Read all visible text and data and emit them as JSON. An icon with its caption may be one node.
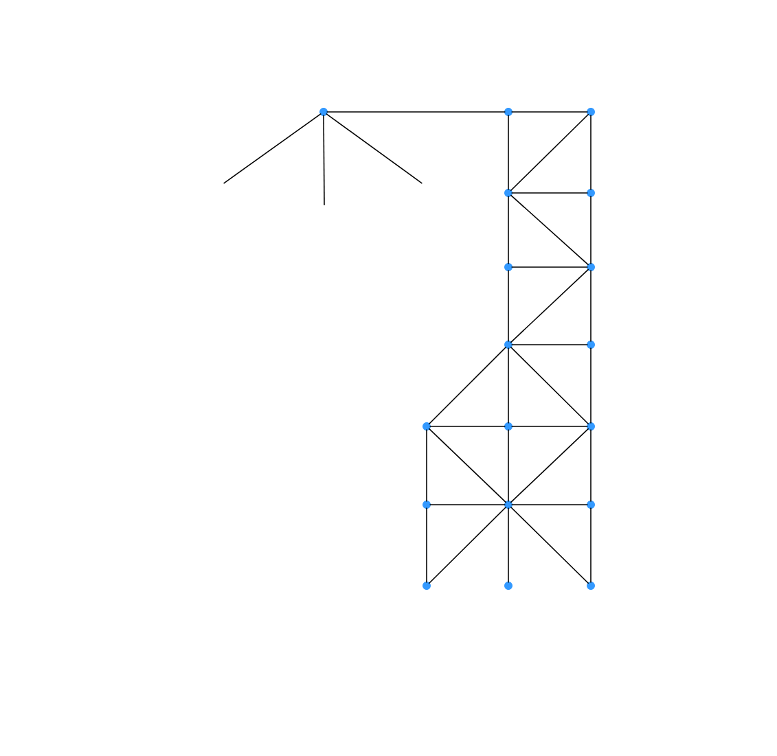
{
  "diagram": {
    "nodes": [
      {
        "text": [],
        "shape": "circle"
      },
      {
        "text": [],
        "shape": "circle"
      },
      {
        "text": [],
        "shape": "circle"
      },
      {
        "text": [],
        "shape": "circle"
      },
      {
        "text": [],
        "shape": "circle"
      },
      {
        "text": [],
        "shape": "circle"
      },
      {
        "text": [],
        "shape": "circle"
      },
      {
        "text": [],
        "shape": "circle"
      },
      {
        "text": [],
        "shape": "circle"
      },
      {
        "text": [],
        "shape": "circle"
      },
      {
        "text": [],
        "shape": "circle"
      },
      {
        "text": [],
        "shape": "circle"
      },
      {
        "text": [],
        "shape": "circle"
      },
      {
        "text": [],
        "shape": "circle"
      },
      {
        "text": [],
        "shape": "circle"
      },
      {
        "text": [],
        "shape": "circle"
      },
      {
        "text": [],
        "shape": "circle"
      },
      {
        "text": [],
        "shape": "circle"
      }
    ],
    "edges": [
      {
        "from": 0,
        "to": null,
        "arrow": "none"
      },
      {
        "from": 0,
        "to": null,
        "arrow": "none"
      },
      {
        "from": 0,
        "to": null,
        "arrow": "none"
      },
      {
        "from": 0,
        "to": 1,
        "arrow": "none"
      },
      {
        "from": 1,
        "to": 2,
        "arrow": "none"
      },
      {
        "from": 1,
        "to": 3,
        "arrow": "none"
      },
      {
        "from": 2,
        "to": 3,
        "arrow": "none"
      },
      {
        "from": 2,
        "to": 4,
        "arrow": "none"
      },
      {
        "from": 3,
        "to": 4,
        "arrow": "none"
      },
      {
        "from": 3,
        "to": 5,
        "arrow": "none"
      },
      {
        "from": 3,
        "to": 6,
        "arrow": "none"
      },
      {
        "from": 4,
        "to": 6,
        "arrow": "none"
      },
      {
        "from": 5,
        "to": 6,
        "arrow": "none"
      },
      {
        "from": 5,
        "to": 7,
        "arrow": "none"
      },
      {
        "from": 6,
        "to": 7,
        "arrow": "none"
      },
      {
        "from": 6,
        "to": 8,
        "arrow": "none"
      },
      {
        "from": 7,
        "to": 8,
        "arrow": "none"
      },
      {
        "from": 7,
        "to": 9,
        "arrow": "none"
      },
      {
        "from": 7,
        "to": 10,
        "arrow": "none"
      },
      {
        "from": 7,
        "to": 11,
        "arrow": "none"
      },
      {
        "from": 8,
        "to": 11,
        "arrow": "none"
      },
      {
        "from": 9,
        "to": 10,
        "arrow": "none"
      },
      {
        "from": 10,
        "to": 11,
        "arrow": "none"
      },
      {
        "from": 9,
        "to": 12,
        "arrow": "none"
      },
      {
        "from": 9,
        "to": 13,
        "arrow": "none"
      },
      {
        "from": 10,
        "to": 13,
        "arrow": "none"
      },
      {
        "from": 11,
        "to": 13,
        "arrow": "none"
      },
      {
        "from": 11,
        "to": 14,
        "arrow": "none"
      },
      {
        "from": 12,
        "to": 13,
        "arrow": "none"
      },
      {
        "from": 13,
        "to": 14,
        "arrow": "none"
      },
      {
        "from": 12,
        "to": 15,
        "arrow": "none"
      },
      {
        "from": 13,
        "to": 15,
        "arrow": "none"
      },
      {
        "from": 13,
        "to": 16,
        "arrow": "none"
      },
      {
        "from": 13,
        "to": 17,
        "arrow": "none"
      },
      {
        "from": 14,
        "to": 17,
        "arrow": "none"
      }
    ]
  }
}
